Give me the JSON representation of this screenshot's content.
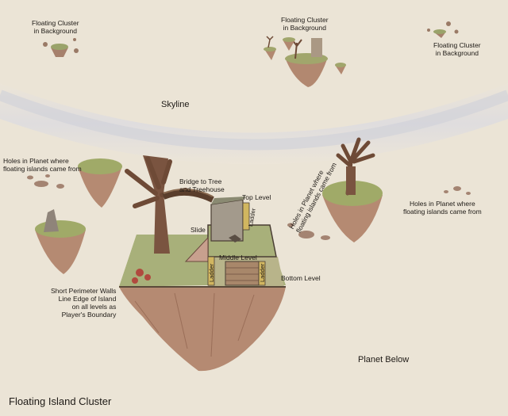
{
  "sketch": {
    "title": "Floating Island Cluster",
    "skyline": "Skyline",
    "planet_below": "Planet Below",
    "clusters": {
      "top_left": [
        "Floating Cluster",
        "in Background"
      ],
      "top_center": [
        "Floating Cluster",
        "in Background"
      ],
      "top_right": [
        "Floating Cluster",
        "in Background"
      ]
    },
    "holes": {
      "left": [
        "Holes in Planet where",
        "floating islands came from"
      ],
      "center_rotated": [
        "Holes in Planet where",
        "floating islands came from"
      ],
      "right": [
        "Holes in Planet where",
        "floating islands came from"
      ]
    },
    "island_labels": {
      "bridge": [
        "Bridge to Tree",
        "and Treehouse"
      ],
      "top_level": "Top Level",
      "slide": "Slide",
      "ladder_top": "Ladder",
      "middle_level": "Middle Level",
      "ladder_left": "Ladder",
      "ladder_right": "Ladder",
      "bottom_level": "Bottom Level",
      "perimeter": [
        "Short Perimeter Walls",
        "Line Edge of Island",
        "on all levels as",
        "Player's Boundary"
      ]
    }
  }
}
